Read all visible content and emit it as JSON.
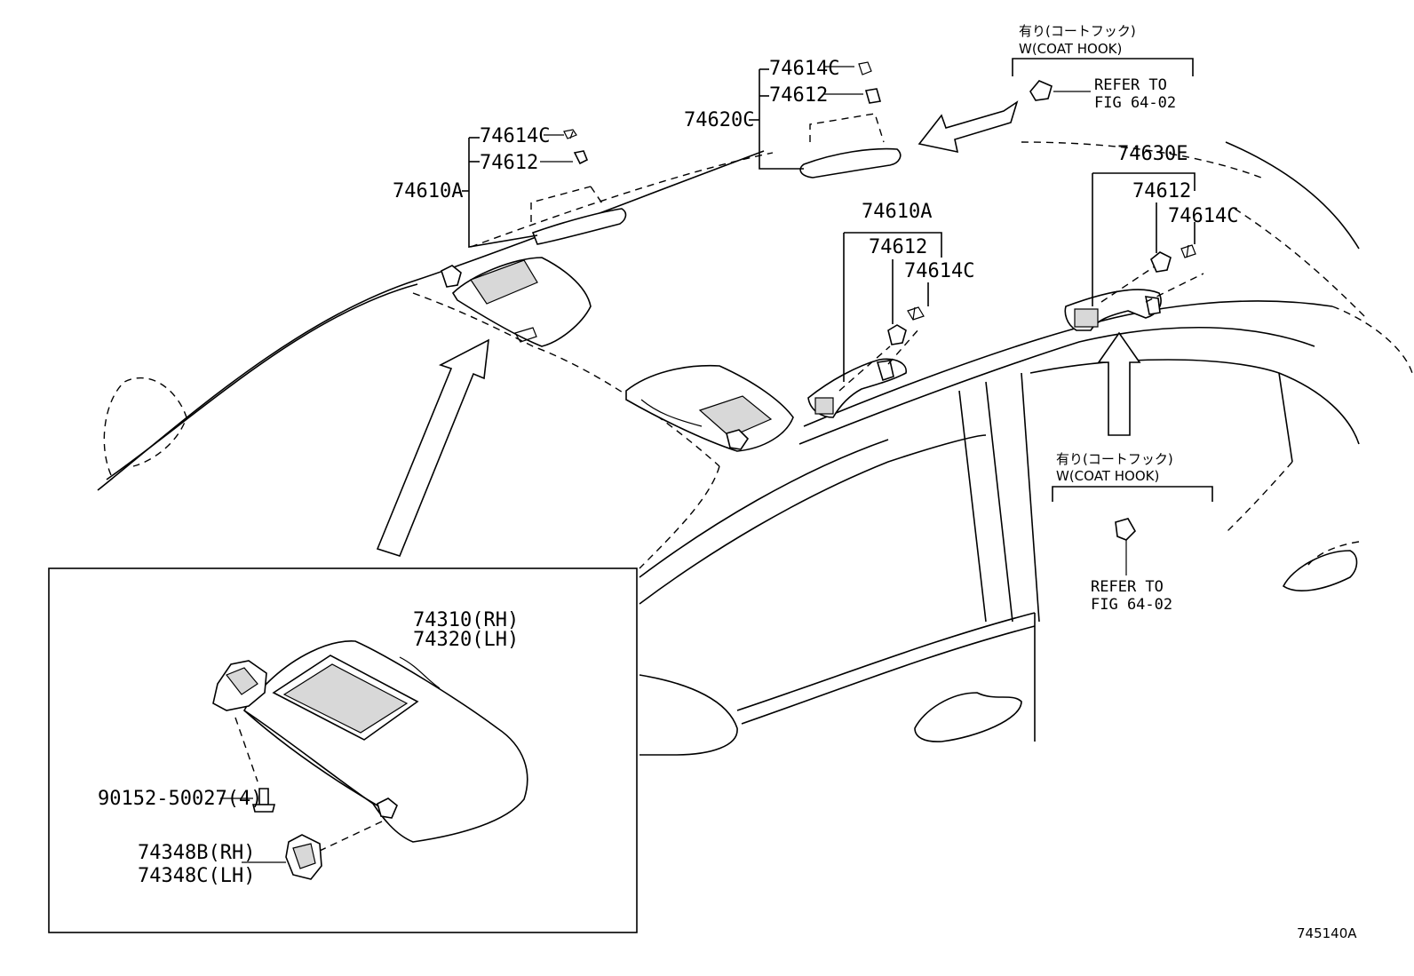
{
  "figure_id": "745140A",
  "labels": {
    "assist_grip_front_left": "74610A",
    "cover_front_left": "74614C",
    "plug_front_left": "74612",
    "assist_grip_center": "74620C",
    "cover_center": "74614C",
    "plug_center": "74612",
    "assist_grip_mid": "74610A",
    "plug_mid": "74612",
    "cover_mid": "74614C",
    "assist_grip_rear": "74630E",
    "plug_rear": "74612",
    "cover_rear": "74614C",
    "visor_rh": "74310(RH)",
    "visor_lh": "74320(LH)",
    "screw": "90152-50027(4)",
    "holder_rh": "74348B(RH)",
    "holder_lh": "74348C(LH)"
  },
  "coat_hook_top": {
    "jp": "有り(コートフック)",
    "en": "W(COAT HOOK)",
    "refer_line1": "REFER TO",
    "refer_line2": "FIG 64-02"
  },
  "coat_hook_bottom": {
    "jp": "有り(コートフック)",
    "en": "W(COAT HOOK)",
    "refer_line1": "REFER TO",
    "refer_line2": "FIG 64-02"
  }
}
